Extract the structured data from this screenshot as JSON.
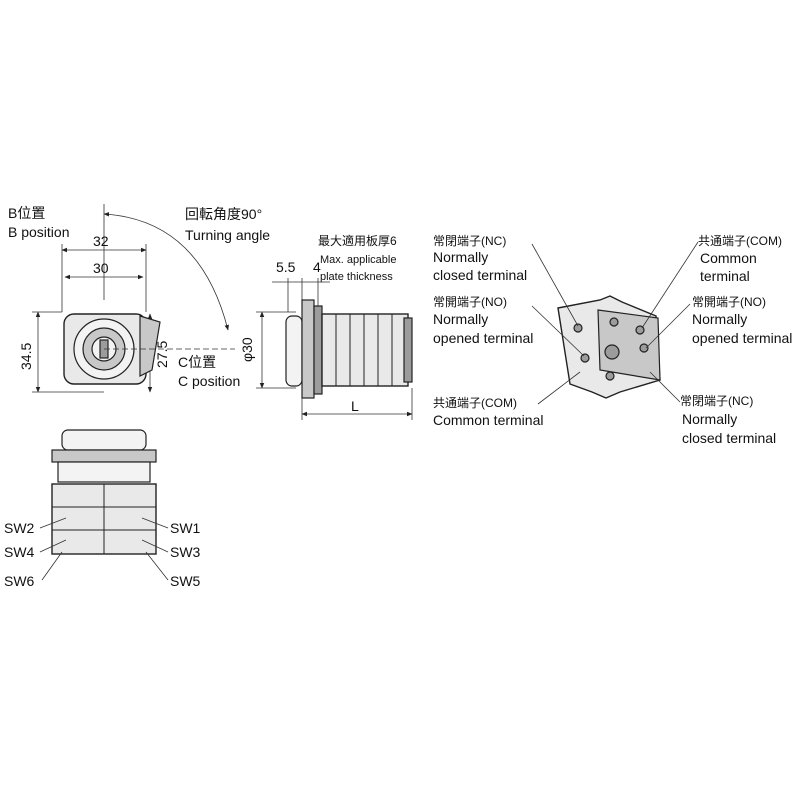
{
  "front_view": {
    "b_position_jp": "B位置",
    "b_position_en": "B position",
    "turning_angle_jp": "回転角度90°",
    "turning_angle_en": "Turning angle",
    "c_position_jp": "C位置",
    "c_position_en": "C position",
    "dim_width_outer": "32",
    "dim_width_inner": "30",
    "dim_height_outer": "34.5",
    "dim_height_inner": "27.5"
  },
  "side_view": {
    "plate_thickness_jp": "最大適用板厚6",
    "plate_thickness_en_1": "Max. applicable",
    "plate_thickness_en_2": "plate thickness",
    "dim_a": "5.5",
    "dim_b": "4",
    "dim_diameter": "φ30",
    "dim_length": "L"
  },
  "bottom_view": {
    "sw1": "SW1",
    "sw2": "SW2",
    "sw3": "SW3",
    "sw4": "SW4",
    "sw5": "SW5",
    "sw6": "SW6"
  },
  "terminal_view": {
    "left_nc_jp": "常閉端子(NC)",
    "left_nc_en_1": "Normally",
    "left_nc_en_2": "closed terminal",
    "left_no_jp": "常開端子(NO)",
    "left_no_en_1": "Normally",
    "left_no_en_2": "opened terminal",
    "left_com_jp": "共通端子(COM)",
    "left_com_en": "Common terminal",
    "right_com_jp": "共通端子(COM)",
    "right_com_en_1": "Common",
    "right_com_en_2": "terminal",
    "right_no_jp": "常開端子(NO)",
    "right_no_en_1": "Normally",
    "right_no_en_2": "opened terminal",
    "right_nc_jp": "常閉端子(NC)",
    "right_nc_en_1": "Normally",
    "right_nc_en_2": "closed terminal"
  }
}
